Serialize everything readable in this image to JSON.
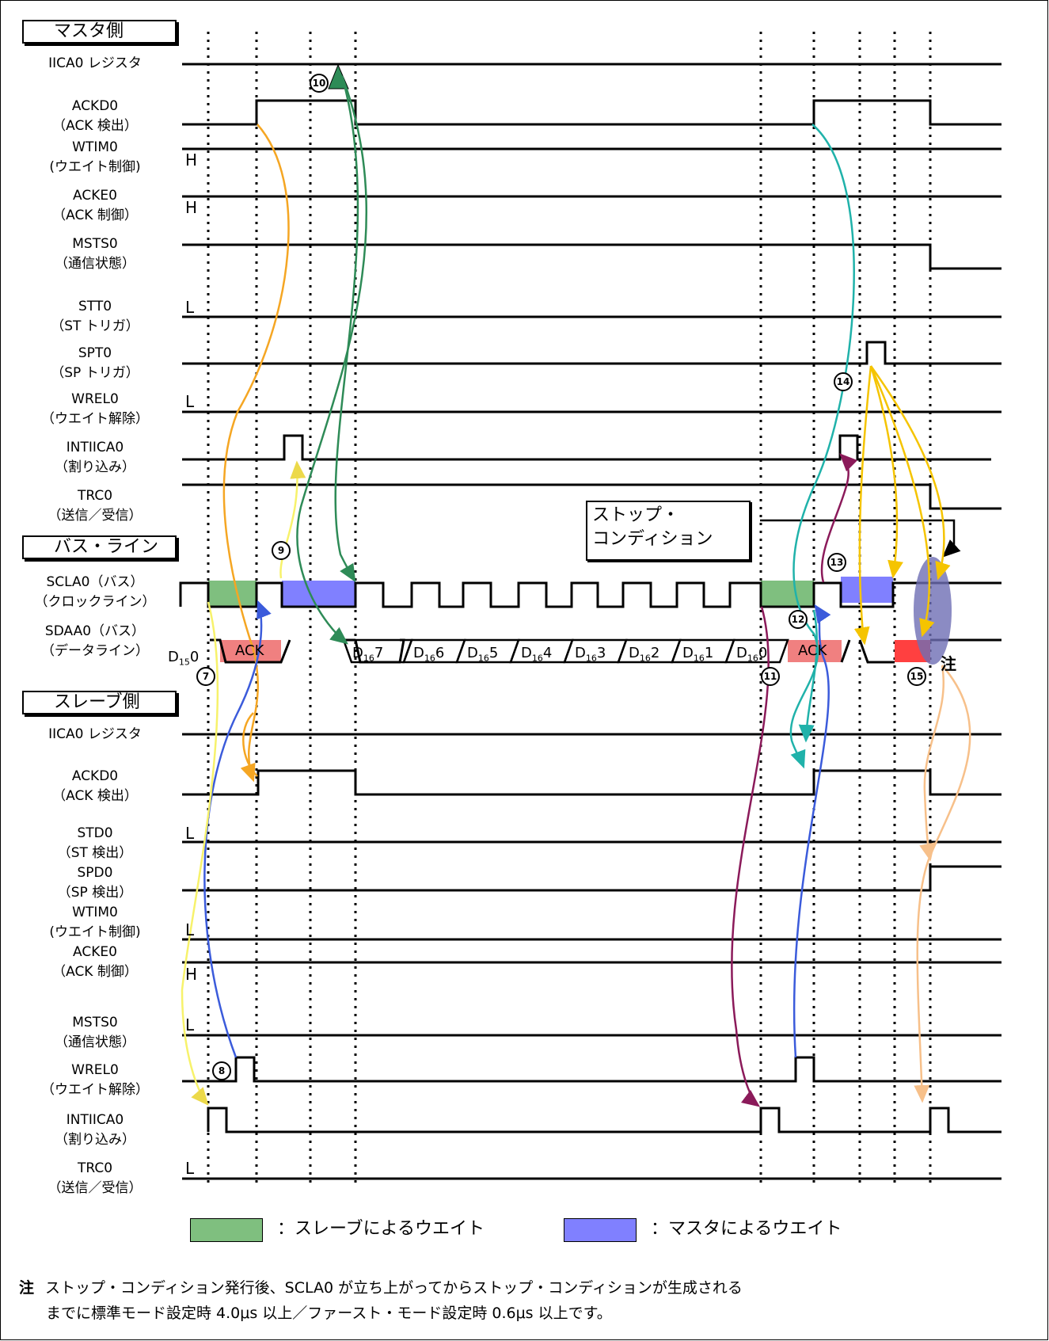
{
  "sections": {
    "master": "マスタ側",
    "bus": "バス・ライン",
    "slave": "スレーブ側"
  },
  "master_signals": [
    {
      "line1": "IICA0 レジスタ",
      "line2": ""
    },
    {
      "line1": "ACKD0",
      "line2": "（ACK 検出）"
    },
    {
      "line1": "WTIM0",
      "line2": "(ウエイト制御)"
    },
    {
      "line1": "ACKE0",
      "line2": "（ACK 制御）"
    },
    {
      "line1": "MSTS0",
      "line2": "（通信状態）"
    },
    {
      "line1": "STT0",
      "line2": "（ST トリガ）"
    },
    {
      "line1": "SPT0",
      "line2": "（SP トリガ）"
    },
    {
      "line1": "WREL0",
      "line2": "（ウエイト解除）"
    },
    {
      "line1": "INTIICA0",
      "line2": "（割り込み）"
    },
    {
      "line1": "TRC0",
      "line2": "（送信／受信）"
    }
  ],
  "bus_signals": [
    {
      "line1": "SCLA0（バス）",
      "line2": "（クロックライン）"
    },
    {
      "line1": "SDAA0（バス）",
      "line2": "（データライン）"
    }
  ],
  "slave_signals": [
    {
      "line1": "IICA0 レジスタ",
      "line2": ""
    },
    {
      "line1": "ACKD0",
      "line2": "（ACK 検出）"
    },
    {
      "line1": "STD0",
      "line2": "（ST 検出）"
    },
    {
      "line1": "SPD0",
      "line2": "（SP 検出）"
    },
    {
      "line1": "WTIM0",
      "line2": "(ウエイト制御)"
    },
    {
      "line1": "ACKE0",
      "line2": "（ACK 制御）"
    },
    {
      "line1": "MSTS0",
      "line2": "（通信状態）"
    },
    {
      "line1": "WREL0",
      "line2": "（ウエイト解除）"
    },
    {
      "line1": "INTIICA0",
      "line2": "（割り込み）"
    },
    {
      "line1": "TRC0",
      "line2": "（送信／受信）"
    }
  ],
  "levels": {
    "m_wtim": "H",
    "m_acke": "H",
    "m_stt": "L",
    "m_wrel": "L",
    "s_std": "L",
    "s_wtim": "L",
    "s_acke": "H",
    "s_msts": "L",
    "s_trc": "L"
  },
  "steps": {
    "s7": "7",
    "s8": "8",
    "s9": "9",
    "s10": "10",
    "s11": "11",
    "s12": "12",
    "s13": "13",
    "s14": "14",
    "s15": "15"
  },
  "data_bits": {
    "prefix": "D",
    "first_sub": "15",
    "first_bit": "0",
    "sub": "16",
    "bits": [
      "7",
      "6",
      "5",
      "4",
      "3",
      "2",
      "1",
      "0"
    ]
  },
  "ack_label": "ACK",
  "stop_callout": {
    "line1": "ストップ・",
    "line2": "コンディション"
  },
  "note_marker": "注",
  "legend": {
    "slave_wait": "：スレーブによるウエイト",
    "master_wait": "：マスタによるウエイト",
    "slave_color": "#7fbf7f",
    "master_color": "#8080ff"
  },
  "footnote": {
    "marker": "注",
    "line1": "ストップ・コンディション発行後、SCLA0 が立ち上がってからストップ・コンディションが生成される",
    "line2": "までに標準モード設定時 4.0μs 以上／ファースト・モード設定時 0.6μs 以上です。"
  },
  "colors": {
    "ack_fill": "#f08080",
    "stop_fill": "#ff4040",
    "ellipse_fill": "#6e6eb4",
    "arrow_orange": "#f5a623",
    "arrow_green": "#2e8b57",
    "arrow_teal": "#20b2aa",
    "arrow_blue": "#3b5bdb",
    "arrow_yellow": "#f7f26b",
    "arrow_purple": "#8b1a5a",
    "arrow_gold": "#f5c400",
    "arrow_peach": "#f7c08a"
  }
}
